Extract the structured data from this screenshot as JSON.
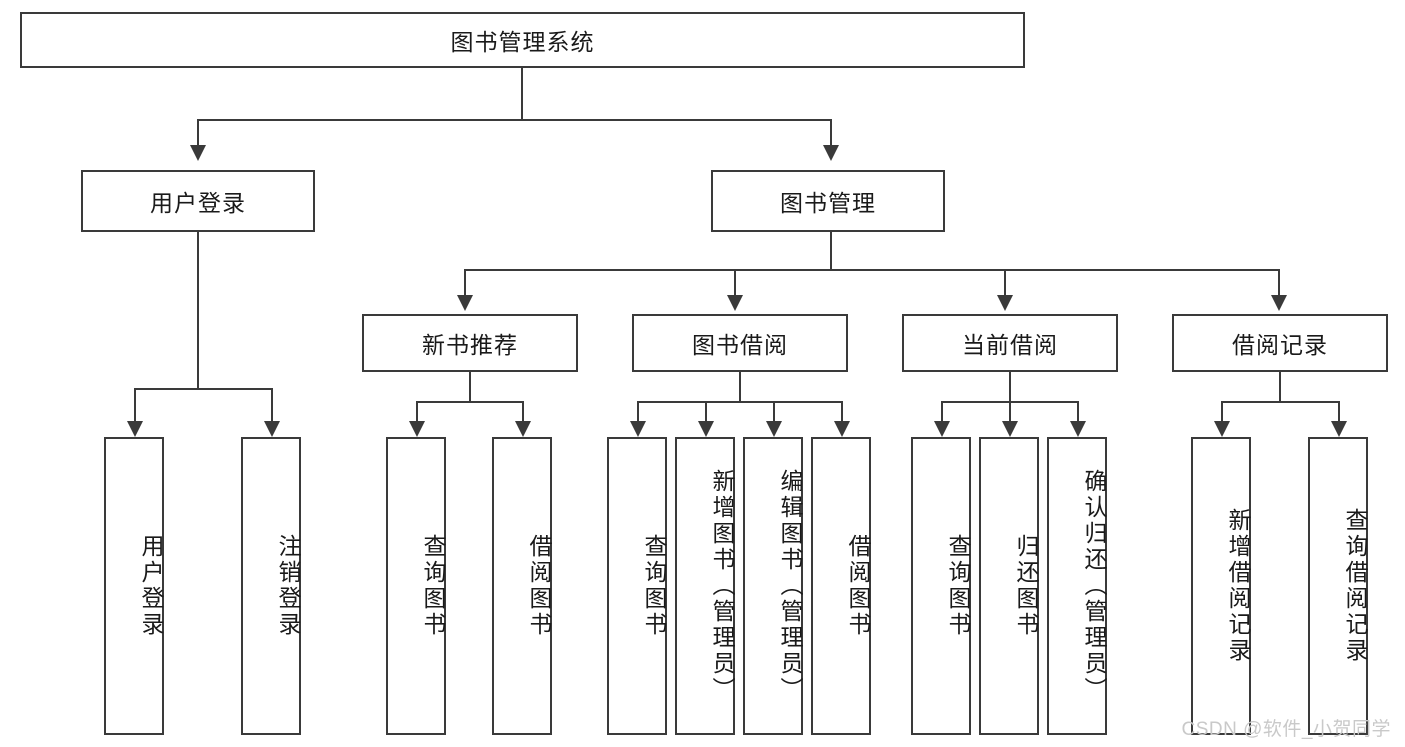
{
  "diagram": {
    "type": "tree-hierarchy-chart",
    "title": "图书管理系统",
    "watermark": "CSDN @软件_小贺同学",
    "colors": {
      "stroke": "#3a3a3a",
      "fill": "#ffffff",
      "text": "#1a1a1a",
      "watermark": "#c9c9c9"
    },
    "root": {
      "label": "图书管理系统"
    },
    "level2": [
      {
        "label": "用户登录"
      },
      {
        "label": "图书管理"
      }
    ],
    "level3": [
      {
        "label": "新书推荐"
      },
      {
        "label": "图书借阅"
      },
      {
        "label": "当前借阅"
      },
      {
        "label": "借阅记录"
      }
    ],
    "leaves": {
      "user_login": [
        {
          "label": "用户登录"
        },
        {
          "label": "注销登录"
        }
      ],
      "new_book_recommend": [
        {
          "label": "查询图书"
        },
        {
          "label": "借阅图书"
        }
      ],
      "book_borrow": [
        {
          "label": "查询图书"
        },
        {
          "label": "新增图书（管理员）"
        },
        {
          "label": "编辑图书（管理员）"
        },
        {
          "label": "借阅图书"
        }
      ],
      "current_borrow": [
        {
          "label": "查询图书"
        },
        {
          "label": "归还图书"
        },
        {
          "label": "确认归还（管理员）"
        }
      ],
      "borrow_record": [
        {
          "label": "新增借阅记录"
        },
        {
          "label": "查询借阅记录"
        }
      ]
    }
  }
}
